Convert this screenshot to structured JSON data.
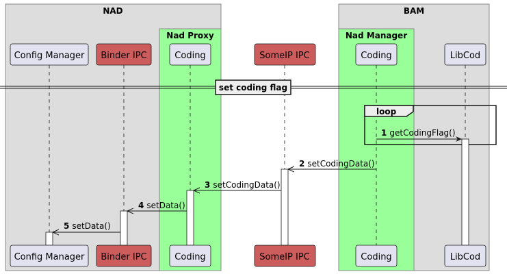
{
  "groups": {
    "nad": "NAD",
    "bam": "BAM",
    "nad_proxy": "Nad Proxy",
    "nad_manager": "Nad Manager"
  },
  "participants": {
    "config_manager": "Config Manager",
    "binder_ipc": "Binder IPC",
    "proxy_coding": "Coding",
    "someip_ipc": "SomeIP IPC",
    "manager_coding": "Coding",
    "libcod": "LibCod"
  },
  "divider": "set coding flag",
  "loop": "loop",
  "messages": [
    {
      "num": "1",
      "label": "getCodingFlag()"
    },
    {
      "num": "2",
      "label": "setCodingData()"
    },
    {
      "num": "3",
      "label": "setCodingData()"
    },
    {
      "num": "4",
      "label": "setData()"
    },
    {
      "num": "5",
      "label": "setData()"
    }
  ],
  "colors": {
    "group_fill": "#dddddd",
    "group_stroke": "#888888",
    "box_green": "#99ff99",
    "participant_fill": "#e2e2f0",
    "participant_red": "#cd5c5c",
    "line": "#181818"
  }
}
